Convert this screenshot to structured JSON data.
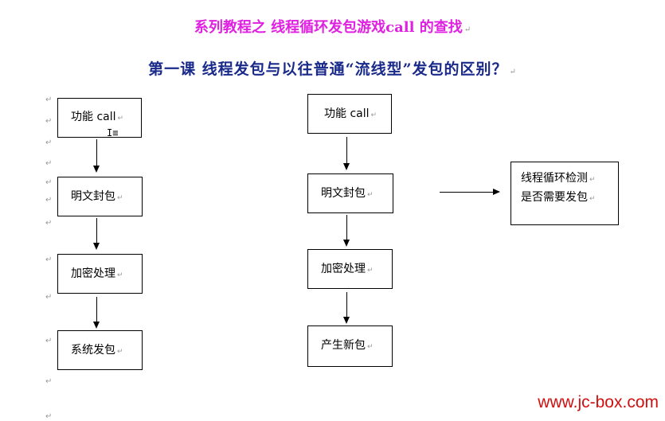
{
  "header": {
    "title": "系列教程之 线程循环发包游戏call 的查找",
    "subtitle": "第一课   线程发包与以往普通“流线型”发包的区别？"
  },
  "return_mark": "↵",
  "left_flow": {
    "steps": [
      "功能 call",
      "明文封包",
      "加密处理",
      "系统发包"
    ]
  },
  "right_flow": {
    "steps": [
      "功能 call",
      "明文封包",
      "加密处理",
      "产生新包"
    ]
  },
  "side_box": {
    "line1": "线程循环检测",
    "line2": "是否需要发包"
  },
  "cursor_glyph": "I≡",
  "watermark": "www.jc-box.com"
}
